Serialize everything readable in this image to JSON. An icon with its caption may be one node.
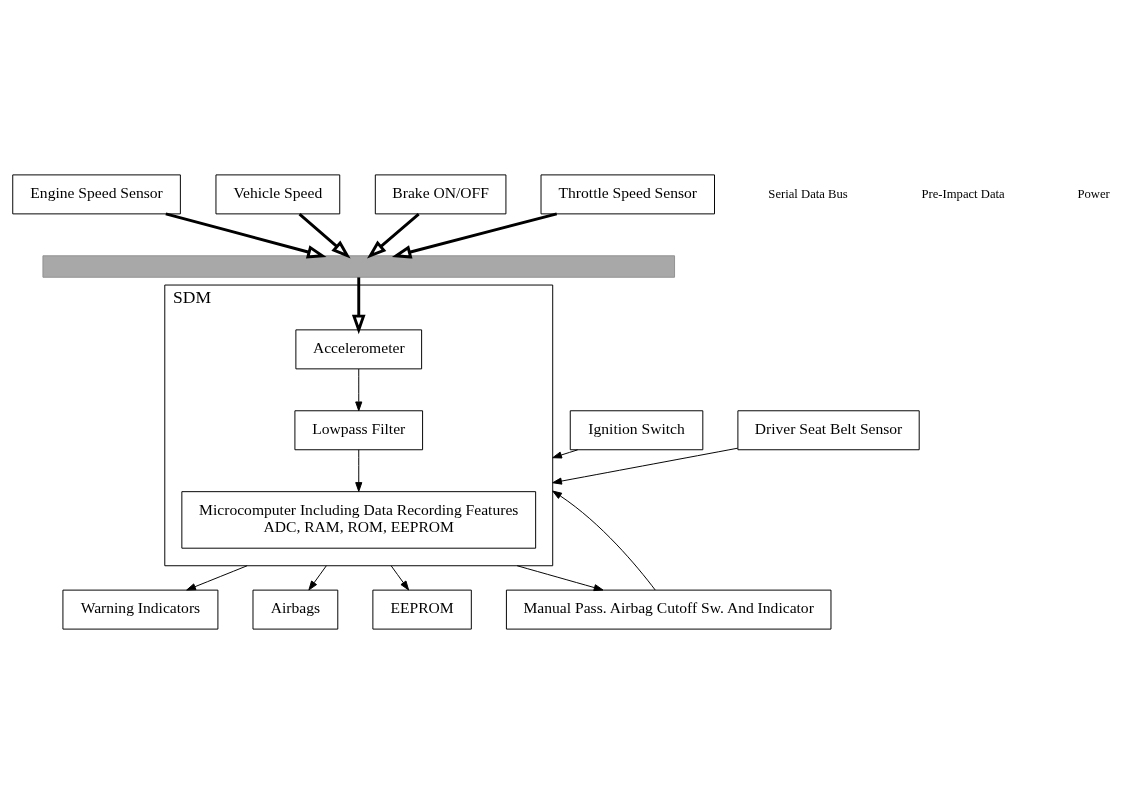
{
  "diagram": {
    "nodes": [
      {
        "text": [
          "Engine Speed Sensor"
        ]
      },
      {
        "text": [
          "Vehicle Speed"
        ]
      },
      {
        "text": [
          "Brake ON/OFF"
        ]
      },
      {
        "text": [
          "Throttle Speed Sensor"
        ]
      },
      {
        "text": [],
        "shape": "bar"
      },
      {
        "text": [
          "SDM"
        ]
      },
      {
        "text": [
          "Accelerometer"
        ],
        "in": 5
      },
      {
        "text": [
          "Lowpass Filter"
        ],
        "in": 5
      },
      {
        "text": [
          "Microcomputer Including Data Recording Features",
          "ADC, RAM, ROM, EEPROM"
        ],
        "in": 5
      },
      {
        "text": [
          "Warning Indicators"
        ]
      },
      {
        "text": [
          "Airbags"
        ]
      },
      {
        "text": [
          "EEPROM"
        ]
      },
      {
        "text": [
          "Ignition Switch"
        ]
      },
      {
        "text": [
          "Driver Seat Belt Sensor"
        ]
      },
      {
        "text": [
          "Manual Pass. Airbag Cutoff Sw. And Indicator"
        ]
      }
    ],
    "edges": [
      {
        "from": 0,
        "to": 4,
        "arrow": "to",
        "style": "thick"
      },
      {
        "from": 1,
        "to": 4,
        "arrow": "to",
        "style": "thick"
      },
      {
        "from": 2,
        "to": 4,
        "arrow": "to",
        "style": "thick"
      },
      {
        "from": 3,
        "to": 4,
        "arrow": "to",
        "style": "thick"
      },
      {
        "from": 4,
        "to": 6,
        "arrow": "to",
        "style": "thick"
      },
      {
        "from": 6,
        "to": 7,
        "arrow": "to"
      },
      {
        "from": 7,
        "to": 8,
        "arrow": "to"
      },
      {
        "from": 5,
        "to": 9,
        "arrow": "to"
      },
      {
        "from": 5,
        "to": 10,
        "arrow": "to"
      },
      {
        "from": 5,
        "to": 11,
        "arrow": "to"
      },
      {
        "from": 12,
        "to": 5,
        "arrow": "to"
      },
      {
        "from": 13,
        "to": 5,
        "arrow": "to"
      },
      {
        "from": 5,
        "to": 14,
        "arrow": "to"
      },
      {
        "from": 14,
        "to": 5,
        "arrow": "to"
      }
    ],
    "labels": [
      "Serial Data Bus",
      "Pre-Impact Data",
      "Power"
    ]
  }
}
